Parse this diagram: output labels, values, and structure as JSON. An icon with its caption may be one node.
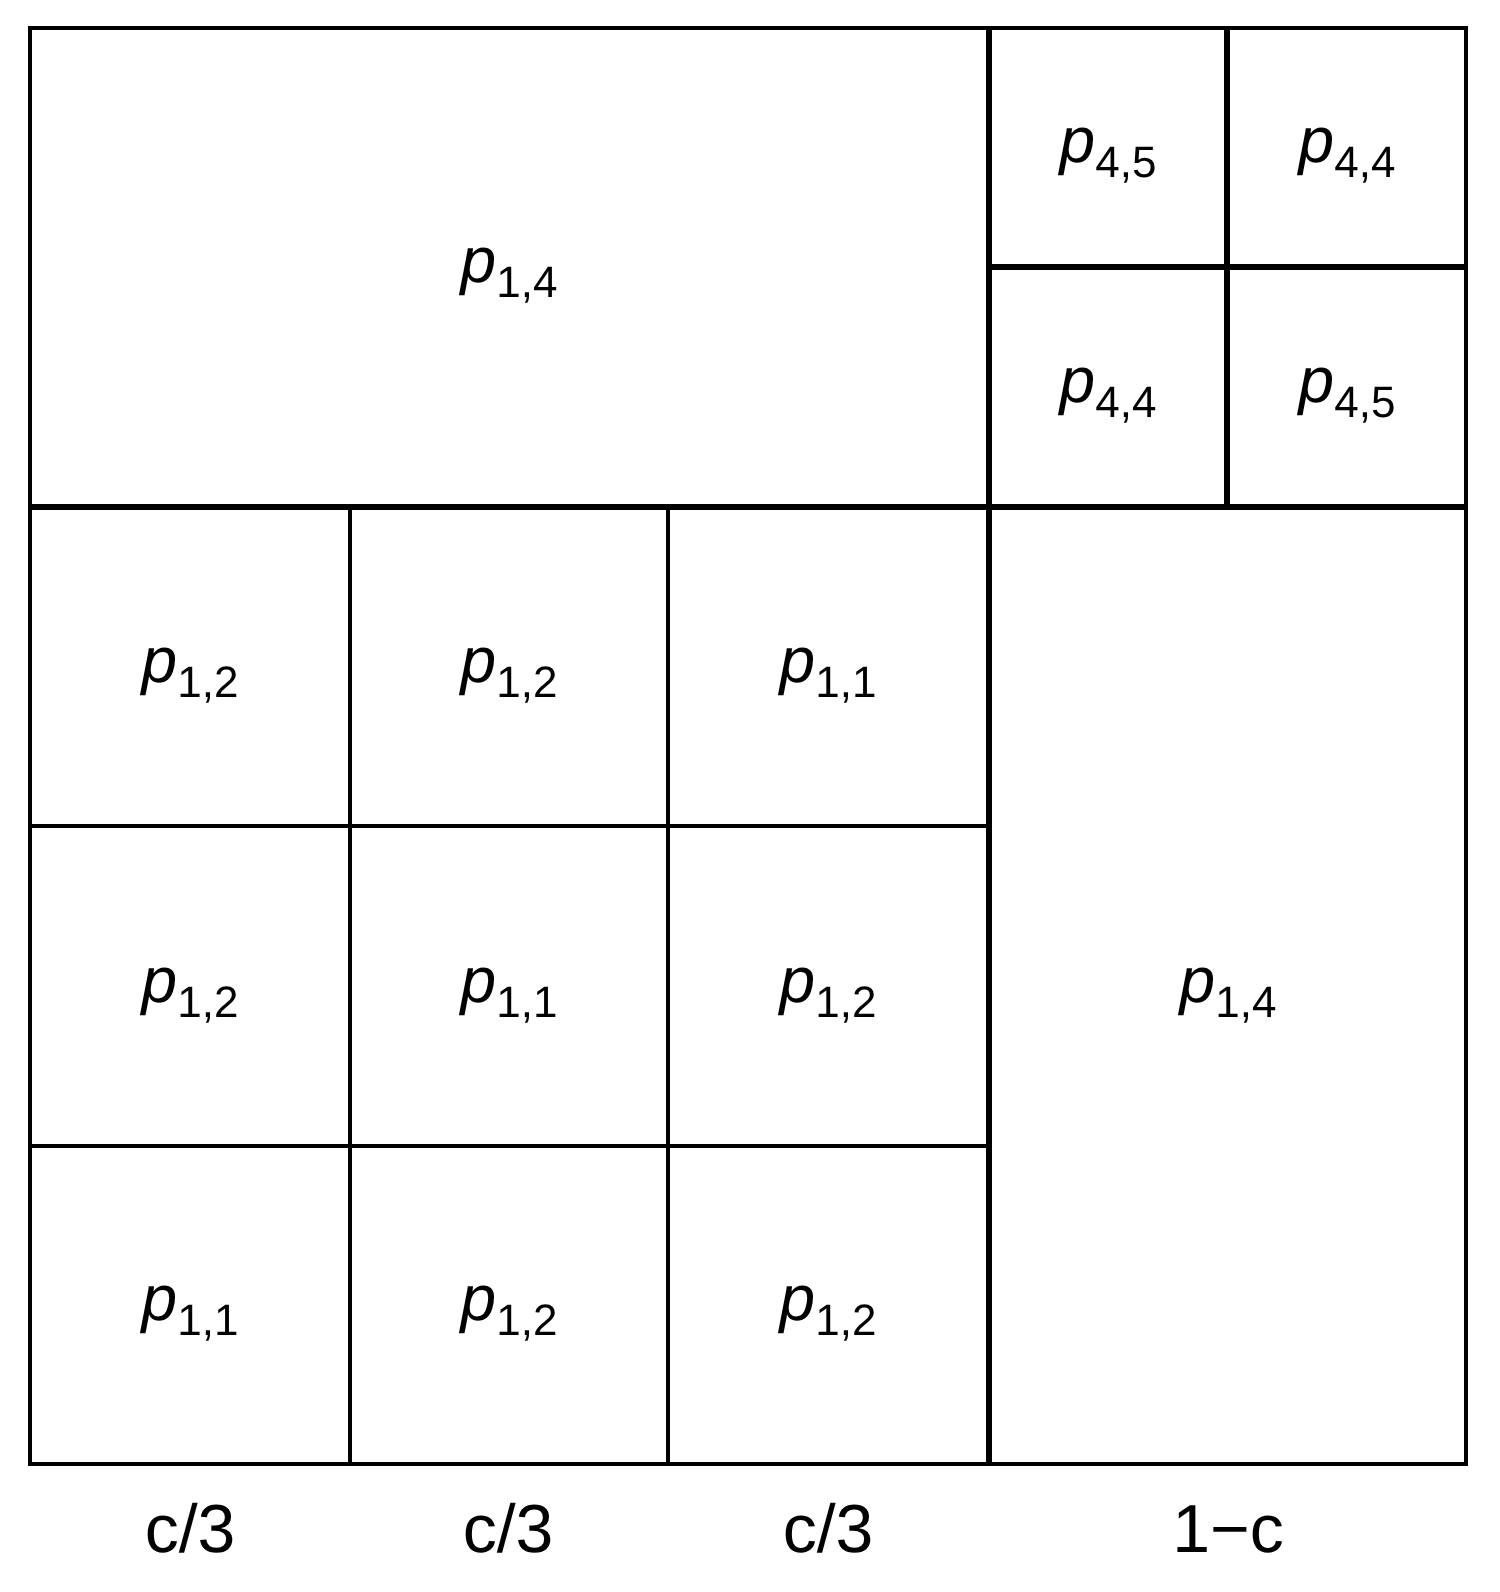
{
  "diagram": {
    "nodes": [
      {
        "text": [
          "*p*$_{1,4}$"
        ]
      },
      {
        "text": [
          "*p*$_{4,5}$"
        ]
      },
      {
        "text": [
          "*p*$_{4,4}$"
        ]
      },
      {
        "text": [
          "*p*$_{4,4}$"
        ]
      },
      {
        "text": [
          "*p*$_{4,5}$"
        ]
      },
      {
        "text": [
          "*p*$_{1,2}$"
        ]
      },
      {
        "text": [
          "*p*$_{1,2}$"
        ]
      },
      {
        "text": [
          "*p*$_{1,1}$"
        ]
      },
      {
        "text": [
          "*p*$_{1,4}$"
        ]
      },
      {
        "text": [
          "*p*$_{1,2}$"
        ]
      },
      {
        "text": [
          "*p*$_{1,1}$"
        ]
      },
      {
        "text": [
          "*p*$_{1,2}$"
        ]
      },
      {
        "text": [
          "*p*$_{1,1}$"
        ]
      },
      {
        "text": [
          "*p*$_{1,2}$"
        ]
      },
      {
        "text": [
          "*p*$_{1,2}$"
        ]
      }
    ],
    "edges": [],
    "labels": [
      "c/3",
      "c/3",
      "c/3",
      "1−c"
    ]
  }
}
